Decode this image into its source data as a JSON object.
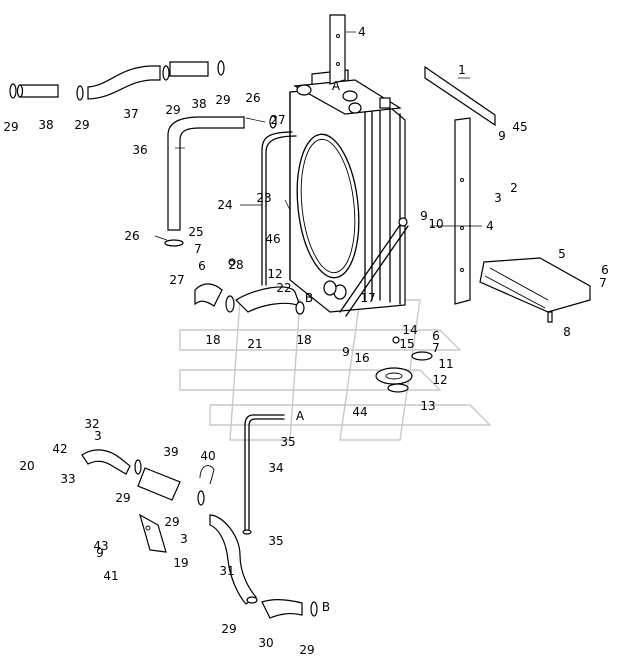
{
  "diagram": {
    "callouts": [
      "1",
      "2",
      "3",
      "3",
      "3",
      "4",
      "4",
      "5",
      "6",
      "6",
      "6",
      "7",
      "7",
      "7",
      "8",
      "9",
      "9",
      "9",
      "9",
      "10",
      "11",
      "12",
      "12",
      "13",
      "14",
      "15",
      "16",
      "17",
      "18",
      "18",
      "19",
      "20",
      "21",
      "22",
      "23",
      "24",
      "25",
      "26",
      "26",
      "27",
      "27",
      "28",
      "29",
      "29",
      "29",
      "29",
      "29",
      "29",
      "29",
      "29",
      "30",
      "31",
      "32",
      "33",
      "34",
      "35",
      "35",
      "36",
      "37",
      "38",
      "38",
      "39",
      "40",
      "41",
      "42",
      "43",
      "44",
      "45",
      "46"
    ],
    "connector_labels": [
      "A",
      "A",
      "B",
      "B"
    ]
  }
}
